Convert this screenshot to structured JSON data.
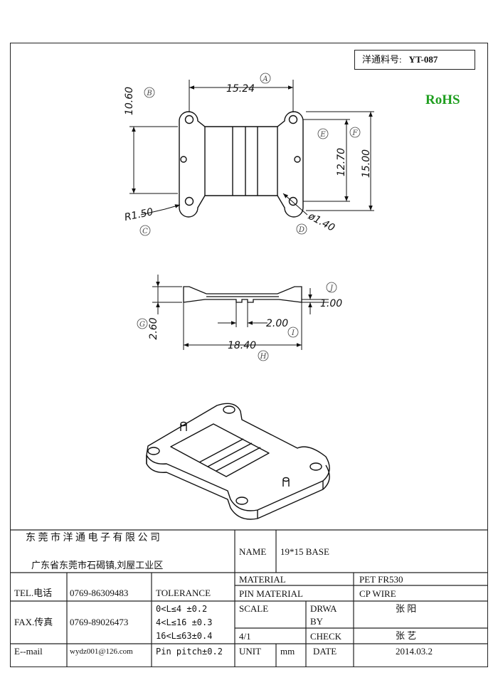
{
  "part_number": {
    "label": "洋通料号:",
    "value": "YT-087"
  },
  "rohs": "RoHS",
  "dimensions": {
    "A": "15.24",
    "B": "10.60",
    "C": "R1.50",
    "D": "ø1.40",
    "E": "12.70",
    "F": "15.00",
    "G": "2.60",
    "H": "18.40",
    "I": "2.00",
    "J": "1.00"
  },
  "callouts": [
    "A",
    "B",
    "C",
    "D",
    "E",
    "F",
    "G",
    "H",
    "I",
    "J"
  ],
  "title_block": {
    "company_name": "东 莞 市 洋 通 电 子 有 限 公 司",
    "company_address": "广东省东莞市石碣镇,刘屋工业区",
    "tel_label": "TEL.电话",
    "tel_value": "0769-86309483",
    "fax_label": "FAX.传真",
    "fax_value": "0769-89026473",
    "email_label": "E--mail",
    "email_value": "wydz001@126.com",
    "tolerance_label": "TOLERANCE",
    "tolerance_lines": [
      "0<L≤4  ±0.2",
      "4<L≤16 ±0.3",
      "16<L≤63±0.4",
      "Pin pitch±0.2"
    ],
    "name_label": "NAME",
    "name_value": "19*15 BASE",
    "material_label": "MATERIAL",
    "material_value": "PET   FR530",
    "pin_material_label": "PIN MATERIAL",
    "pin_material_value": "CP WIRE",
    "scale_label": "SCALE",
    "scale_value": "4/1",
    "drawn_by_label_1": "DRWA",
    "drawn_by_label_2": "BY",
    "drawn_by_value": "张 阳",
    "check_label": "CHECK",
    "check_value": "张 艺",
    "unit_label": "UNIT",
    "unit_value": "mm",
    "date_label": "DATE",
    "date_value": "2014.03.2"
  }
}
